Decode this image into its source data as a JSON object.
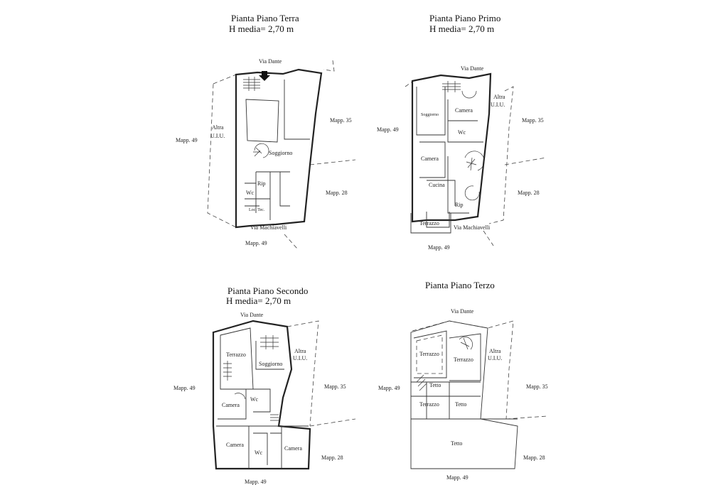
{
  "plans": [
    {
      "title": "Pianta Piano Terra",
      "height": "H media= 2,70 m",
      "street_top": "Via Dante",
      "street_bottom": "Via Machiavelli",
      "rooms": [
        "Soggiorno",
        "Wc",
        "Rip",
        "Loc. Tec."
      ],
      "neighbors": {
        "left": "Mapp. 49",
        "right_top": "Mapp. 35",
        "right_bottom": "Mapp. 28",
        "bottom": "Mapp. 49",
        "other_unit": "Altra U.I.U."
      }
    },
    {
      "title": "Pianta Piano Primo",
      "height": "H media= 2,70 m",
      "street_top": "Via Dante",
      "street_bottom": "Via Machiavelli",
      "rooms": [
        "Soggiorno",
        "Camera",
        "Wc",
        "Camera",
        "Cucina",
        "Rip",
        "Terrazzo"
      ],
      "neighbors": {
        "left": "Mapp. 49",
        "right_top": "Mapp. 35",
        "right_bottom": "Mapp. 28",
        "bottom": "Mapp. 49",
        "other_unit": "Altra U.I.U."
      }
    },
    {
      "title": "Pianta Piano Secondo",
      "height": "H media= 2,70 m",
      "street_top": "Via Dante",
      "rooms": [
        "Terrazzo",
        "Soggiorno",
        "Camera",
        "Wc",
        "Camera",
        "Wc",
        "Camera"
      ],
      "neighbors": {
        "left": "Mapp. 49",
        "right_top": "Mapp. 35",
        "right_bottom": "Mapp. 28",
        "bottom": "Mapp. 49",
        "other_unit": "Altra U.I.U."
      }
    },
    {
      "title": "Pianta Piano Terzo",
      "street_top": "Via Dante",
      "rooms": [
        "Terrazzo",
        "Terrazzo",
        "Tetto",
        "Terrazzo",
        "Tetto",
        "Tetto"
      ],
      "neighbors": {
        "left": "Mapp. 49",
        "right_top": "Mapp. 35",
        "right_bottom": "Mapp. 28",
        "bottom": "Mapp. 49",
        "other_unit": "Altra U.I.U."
      }
    }
  ],
  "icons": {
    "entrance": "arrow-down-icon"
  }
}
